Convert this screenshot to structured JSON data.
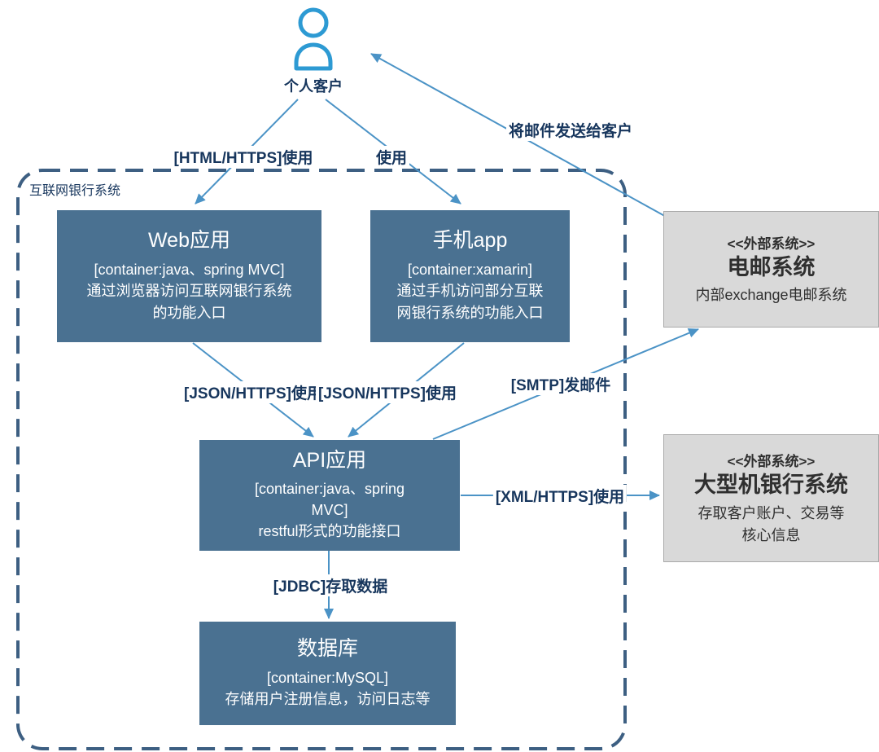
{
  "colors": {
    "container_fill": "#4a7191",
    "container_text": "#ffffff",
    "external_fill": "#d9d9d9",
    "external_border": "#a9a9a9",
    "external_text": "#2f2f2f",
    "arrow": "#4b93c6",
    "actor": "#2d9ad3",
    "label": "#17365d",
    "boundary": "#3d5f82",
    "background": "#ffffff"
  },
  "actor": {
    "label": "个人客户"
  },
  "boundary": {
    "label": "互联网银行系统"
  },
  "nodes": {
    "web": {
      "title": "Web应用",
      "tech": "[container:java、spring MVC]",
      "desc": "通过浏览器访问互联网银行系统\n的功能入口"
    },
    "mobile": {
      "title": "手机app",
      "tech": "[container:xamarin]",
      "desc": "通过手机访问部分互联\n网银行系统的功能入口"
    },
    "api": {
      "title": "API应用",
      "tech": "[container:java、spring\nMVC]",
      "desc": "restful形式的功能接口"
    },
    "db": {
      "title": "数据库",
      "tech": "[container:MySQL]",
      "desc": "存储用户注册信息，访问日志等"
    },
    "email": {
      "stereotype": "<<外部系统>>",
      "title": "电邮系统",
      "desc": "内部exchange电邮系统"
    },
    "mainframe": {
      "stereotype": "<<外部系统>>",
      "title": "大型机银行系统",
      "desc": "存取客户账户、交易等\n核心信息"
    }
  },
  "edges": {
    "person_web": {
      "label": "[HTML/HTTPS]使用"
    },
    "person_mobile": {
      "label": "使用"
    },
    "email_person": {
      "label": "将邮件发送给客户"
    },
    "web_api": {
      "label": "[JSON/HTTPS]使用"
    },
    "mobile_api": {
      "label": "[JSON/HTTPS]使用"
    },
    "api_email": {
      "label": "[SMTP]发邮件"
    },
    "api_mainframe": {
      "label": "[XML/HTTPS]使用"
    },
    "api_db": {
      "label": "[JDBC]存取数据"
    }
  }
}
